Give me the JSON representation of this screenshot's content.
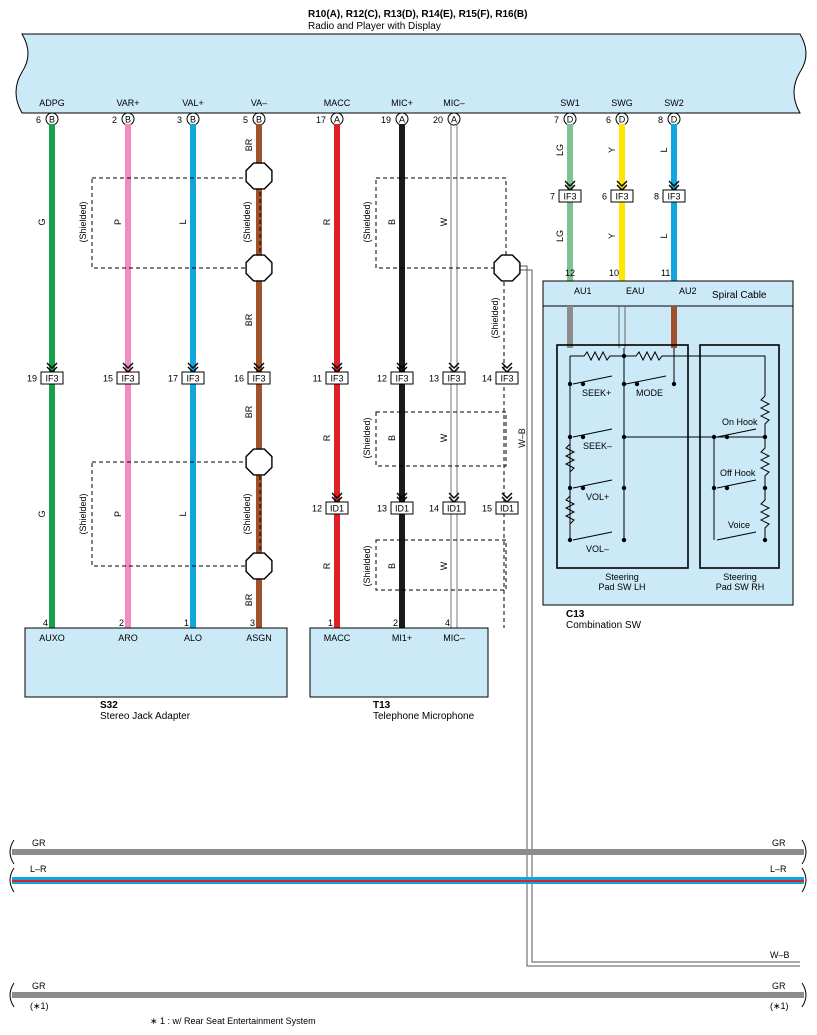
{
  "header": {
    "codes": "R10(A), R12(C), R13(D), R14(E), R15(F), R16(B)",
    "name": "Radio and Player with Display"
  },
  "top_pins": [
    {
      "label": "ADPG",
      "num": "6",
      "conn": "B"
    },
    {
      "label": "VAR+",
      "num": "2",
      "conn": "B"
    },
    {
      "label": "VAL+",
      "num": "3",
      "conn": "B"
    },
    {
      "label": "VA–",
      "num": "5",
      "conn": "B"
    },
    {
      "label": "MACC",
      "num": "17",
      "conn": "A"
    },
    {
      "label": "MIC+",
      "num": "19",
      "conn": "A"
    },
    {
      "label": "MIC–",
      "num": "20",
      "conn": "A"
    },
    {
      "label": "SW1",
      "num": "7",
      "conn": "D"
    },
    {
      "label": "SWG",
      "num": "6",
      "conn": "D"
    },
    {
      "label": "SW2",
      "num": "8",
      "conn": "D"
    }
  ],
  "wire_colors": {
    "G": "G",
    "P": "P",
    "L": "L",
    "BR": "BR",
    "R": "R",
    "B": "B",
    "W": "W",
    "LG": "LG",
    "Y": "Y",
    "GR": "GR",
    "WB": "W–B",
    "LR": "L–R"
  },
  "connectors": {
    "if3": "IF3",
    "id1": "ID1",
    "if3_nums": [
      "19",
      "15",
      "17",
      "16",
      "11",
      "12",
      "13",
      "14"
    ],
    "if3_top_nums": [
      "7",
      "6",
      "8"
    ],
    "id1_nums": [
      "12",
      "13",
      "14",
      "15"
    ]
  },
  "shielded": "(Shielded)",
  "spiral": {
    "title": "Spiral Cable",
    "pins": [
      {
        "num": "12",
        "label": "AU1"
      },
      {
        "num": "10",
        "label": "EAU"
      },
      {
        "num": "11",
        "label": "AU2"
      }
    ]
  },
  "steering_lh": {
    "switches": [
      "SEEK+",
      "MODE",
      "SEEK–",
      "VOL+",
      "VOL–"
    ],
    "caption_line1": "Steering",
    "caption_line2": "Pad SW LH"
  },
  "steering_rh": {
    "switches": [
      "On Hook",
      "Off Hook",
      "Voice"
    ],
    "caption_line1": "Steering",
    "caption_line2": "Pad SW RH"
  },
  "c13": {
    "code": "C13",
    "name": "Combination SW"
  },
  "s32": {
    "code": "S32",
    "name": "Stereo Jack Adapter",
    "pins": [
      {
        "num": "4",
        "label": "AUXO"
      },
      {
        "num": "2",
        "label": "ARO"
      },
      {
        "num": "1",
        "label": "ALO"
      },
      {
        "num": "3",
        "label": "ASGN"
      }
    ]
  },
  "t13": {
    "code": "T13",
    "name": "Telephone Microphone",
    "pins": [
      {
        "num": "1",
        "label": "MACC"
      },
      {
        "num": "2",
        "label": "MI1+"
      },
      {
        "num": "4",
        "label": "MIC–"
      }
    ]
  },
  "bus": {
    "gr": "GR",
    "lr": "L–R",
    "wb": "W–B",
    "note_ref": "(∗1)"
  },
  "footnote": "∗ 1 : w/ Rear Seat Entertainment System",
  "colors": {
    "component_fill": "#cce9f7",
    "green": "#17a04a",
    "pink": "#f28cbf",
    "blue": "#12a6de",
    "brown": "#a0522d",
    "red": "#e02027",
    "black": "#1a1a1a",
    "lightgreen": "#7ec391",
    "yellow": "#ffe600",
    "gray": "#8c8c8c"
  }
}
